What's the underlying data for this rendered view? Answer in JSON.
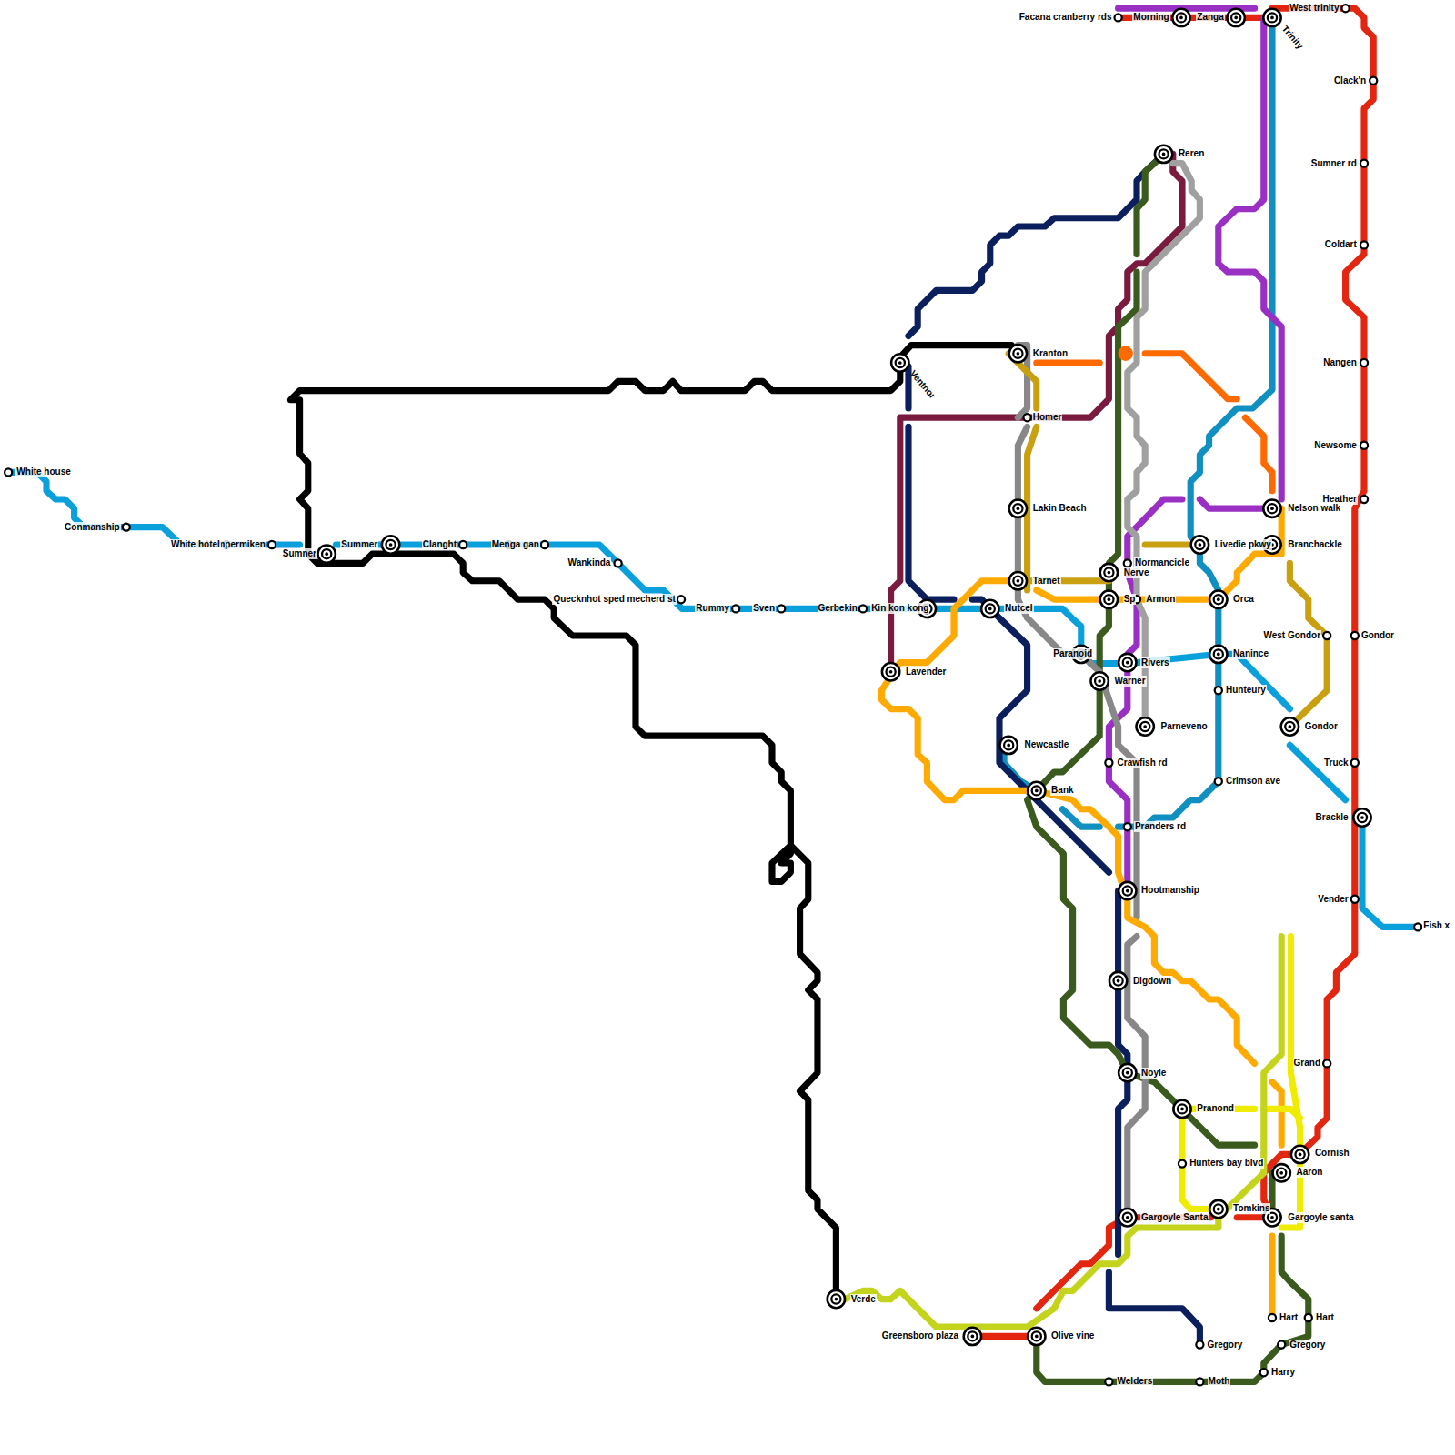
{
  "diagram": {
    "labels": [
      "Facana  cranberry rds",
      "Morning",
      "Zanga",
      "Trinity",
      "West trinity",
      "Clack'n",
      "Sumner rd",
      "Coldart",
      "Nangen",
      "Newsome",
      "Heather",
      "Nelson walk",
      "Branchackle",
      "West Gondor",
      "Gondor",
      "Gondor",
      "Truck",
      "Brackle",
      "Vender",
      "Fish  x",
      "Grand",
      "Cornish",
      "Aaron",
      "Gargoyle  santa",
      "Hart",
      "Hart",
      "Gregory",
      "Harry",
      "Moth",
      "Welders",
      "Gregory",
      "Olive  vine",
      "Greensboro plaza",
      "Verde",
      "Gargoyle  Santa",
      "Tomkins",
      "Hunters bay blvd",
      "Pranond",
      "Noyle",
      "Digdown",
      "Hootmanship",
      "Pranders rd",
      "Bank",
      "Crawfish rd",
      "Parneveno",
      "Newcastle",
      "Warner",
      "Rivers",
      "Paranoid",
      "Nanince",
      "Hunteury",
      "Crimson ave",
      "Orca",
      "Livedie pkwy",
      "Sp",
      "Armon",
      "Nerve",
      "Normancicle",
      "Tarnet",
      "Lakin Beach",
      "Homer",
      "Kranton",
      "Ventnor",
      "Reren",
      "Lavender",
      "Nutcel",
      "Gerbekin",
      "Kin kon kong",
      "Sven",
      "Rummy",
      "Quecknhot sped mecherd st",
      "Wankinda",
      "Menga gan",
      "Clanght",
      "Summer",
      "Sumner",
      "Lampermiken",
      "White hotel",
      "Conmanship",
      "White house"
    ]
  }
}
